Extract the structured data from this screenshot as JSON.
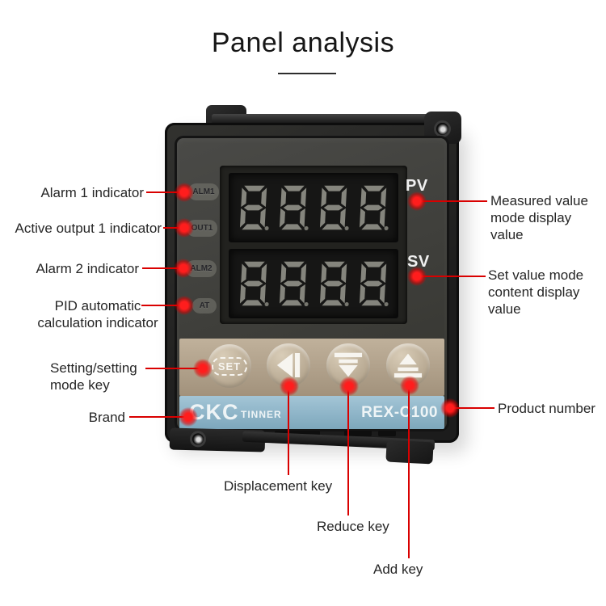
{
  "title": "Panel analysis",
  "device": {
    "indicators": [
      {
        "label": "ALM1"
      },
      {
        "label": "OUT1"
      },
      {
        "label": "ALM2"
      },
      {
        "label": "AT"
      }
    ],
    "display": {
      "pv_label": "PV",
      "sv_label": "SV",
      "pv_value": "8888",
      "sv_value": "8888"
    },
    "keys": {
      "set_label": "SET"
    },
    "brand": "CKC",
    "brand_suffix": "TINNER",
    "model": "REX-C100"
  },
  "callouts": {
    "alarm1": "Alarm 1 indicator",
    "output1": "Active output 1 indicator",
    "alarm2": "Alarm 2 indicator",
    "pid": "PID automatic calculation indicator",
    "setting": "Setting/setting mode key",
    "brand": "Brand",
    "measured": "Measured value mode display value",
    "setvalue": "Set value mode content display value",
    "product": "Product number",
    "displacement": "Displacement key",
    "reduce": "Reduce key",
    "add": "Add key"
  },
  "colors": {
    "accent_red": "#d90000",
    "keypad_beige": "#b3a48e",
    "brand_blue": "#8db4c6",
    "segment_gray": "#8f8f87"
  }
}
